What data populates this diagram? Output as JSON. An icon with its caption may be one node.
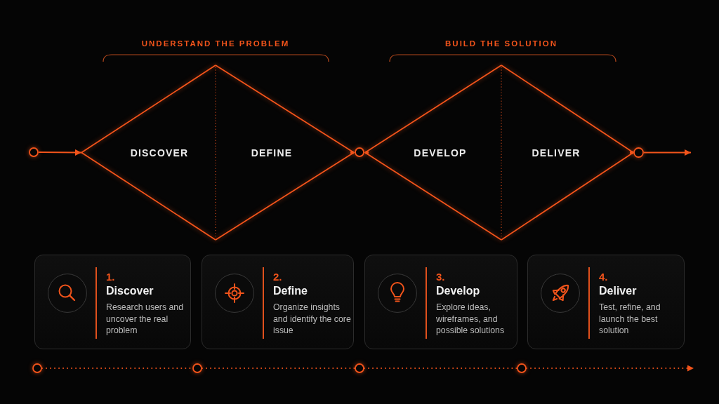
{
  "diagram": {
    "nodes": [
      {
        "text": [],
        "shape": "circle"
      },
      {
        "text": [
          "DISCOVER"
        ]
      },
      {
        "text": [
          "DEFINE"
        ]
      },
      {
        "text": [],
        "shape": "circle"
      },
      {
        "text": [
          "DEVELOP"
        ]
      },
      {
        "text": [
          "DELIVER"
        ]
      },
      {
        "text": [],
        "shape": "circle"
      },
      {
        "text": [
          "1.",
          "Discover",
          "Research users and uncover the real problem"
        ]
      },
      {
        "text": [
          "2.",
          "Define",
          "Organize insights and identify the core issue"
        ]
      },
      {
        "text": [
          "3.",
          "Develop",
          "Explore ideas, wireframes, and possible solutions"
        ]
      },
      {
        "text": [
          "4.",
          "Deliver",
          "Test, refine, and launch the best solution"
        ]
      },
      {
        "text": [],
        "shape": "circle"
      },
      {
        "text": [],
        "shape": "circle"
      },
      {
        "text": [],
        "shape": "circle"
      },
      {
        "text": [],
        "shape": "circle"
      }
    ],
    "edges": [
      {
        "from": 0,
        "to": 1,
        "arrow": "to"
      },
      {
        "from": 6,
        "to": null,
        "arrow": "to"
      },
      {
        "from": 11,
        "to": 12,
        "arrow": "none",
        "style": "dashed"
      },
      {
        "from": 12,
        "to": 13,
        "arrow": "none",
        "style": "dashed"
      },
      {
        "from": 13,
        "to": 14,
        "arrow": "none",
        "style": "dashed"
      },
      {
        "from": 14,
        "to": null,
        "arrow": "to",
        "style": "dashed"
      }
    ],
    "labels": [
      "UNDERSTAND THE PROBLEM",
      "BUILD THE SOLUTION"
    ]
  }
}
